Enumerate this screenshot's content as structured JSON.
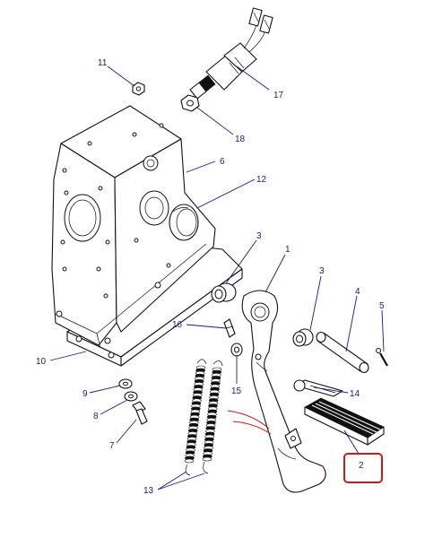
{
  "callouts": [
    {
      "id": "c11",
      "label": "11"
    },
    {
      "id": "c17",
      "label": "17"
    },
    {
      "id": "c18",
      "label": "18"
    },
    {
      "id": "c6",
      "label": "6"
    },
    {
      "id": "c12",
      "label": "12"
    },
    {
      "id": "c3a",
      "label": "3"
    },
    {
      "id": "c1",
      "label": "1"
    },
    {
      "id": "c3b",
      "label": "3"
    },
    {
      "id": "c4",
      "label": "4"
    },
    {
      "id": "c5",
      "label": "5"
    },
    {
      "id": "c16",
      "label": "16"
    },
    {
      "id": "c10",
      "label": "10"
    },
    {
      "id": "c15",
      "label": "15"
    },
    {
      "id": "c14",
      "label": "14"
    },
    {
      "id": "c9",
      "label": "9"
    },
    {
      "id": "c8",
      "label": "8"
    },
    {
      "id": "c7",
      "label": "7"
    },
    {
      "id": "c2",
      "label": "2"
    },
    {
      "id": "c13",
      "label": "13"
    }
  ],
  "colors": {
    "callout_text": "#1a1a8a",
    "line_art": "#111111",
    "highlight_box": "#d01818",
    "red_wire": "#d01818"
  },
  "highlighted_callout": "2"
}
